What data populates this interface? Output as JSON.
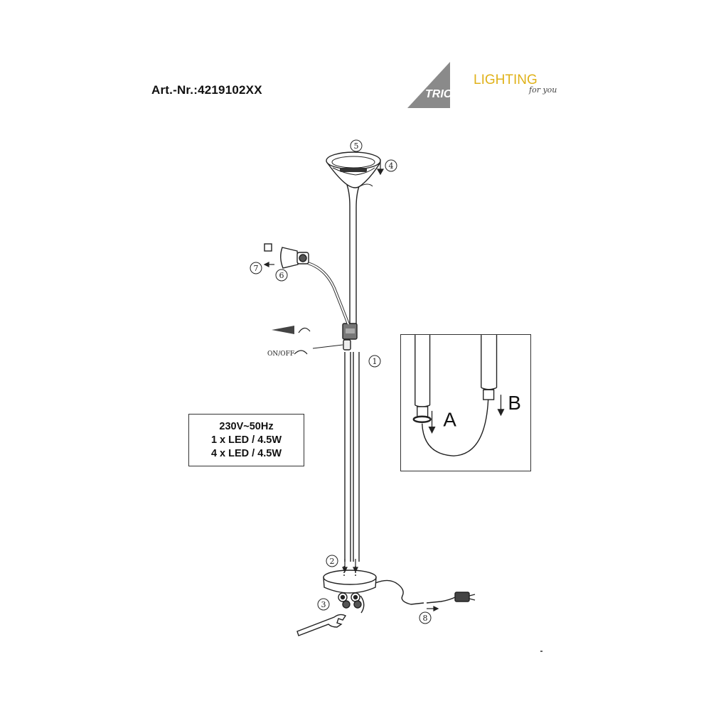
{
  "header": {
    "article_number": "Art.-Nr.:4219102XX"
  },
  "logo": {
    "brand": "TRIO",
    "tagline_main": "LIGHTING",
    "tagline_sub": "for you",
    "colors": {
      "triangle": "#8a8a8a",
      "tagline": "#e0b21a",
      "brand_text": "#333333"
    }
  },
  "specs": {
    "lines": [
      "230V~50Hz",
      "1 x LED / 4.5W",
      "4 x LED / 4.5W"
    ]
  },
  "callouts": {
    "switch_label": "ON/OFF",
    "steps": [
      "1",
      "2",
      "3",
      "4",
      "5",
      "6",
      "7",
      "8"
    ]
  },
  "detail": {
    "label_a": "A",
    "label_b": "B"
  }
}
